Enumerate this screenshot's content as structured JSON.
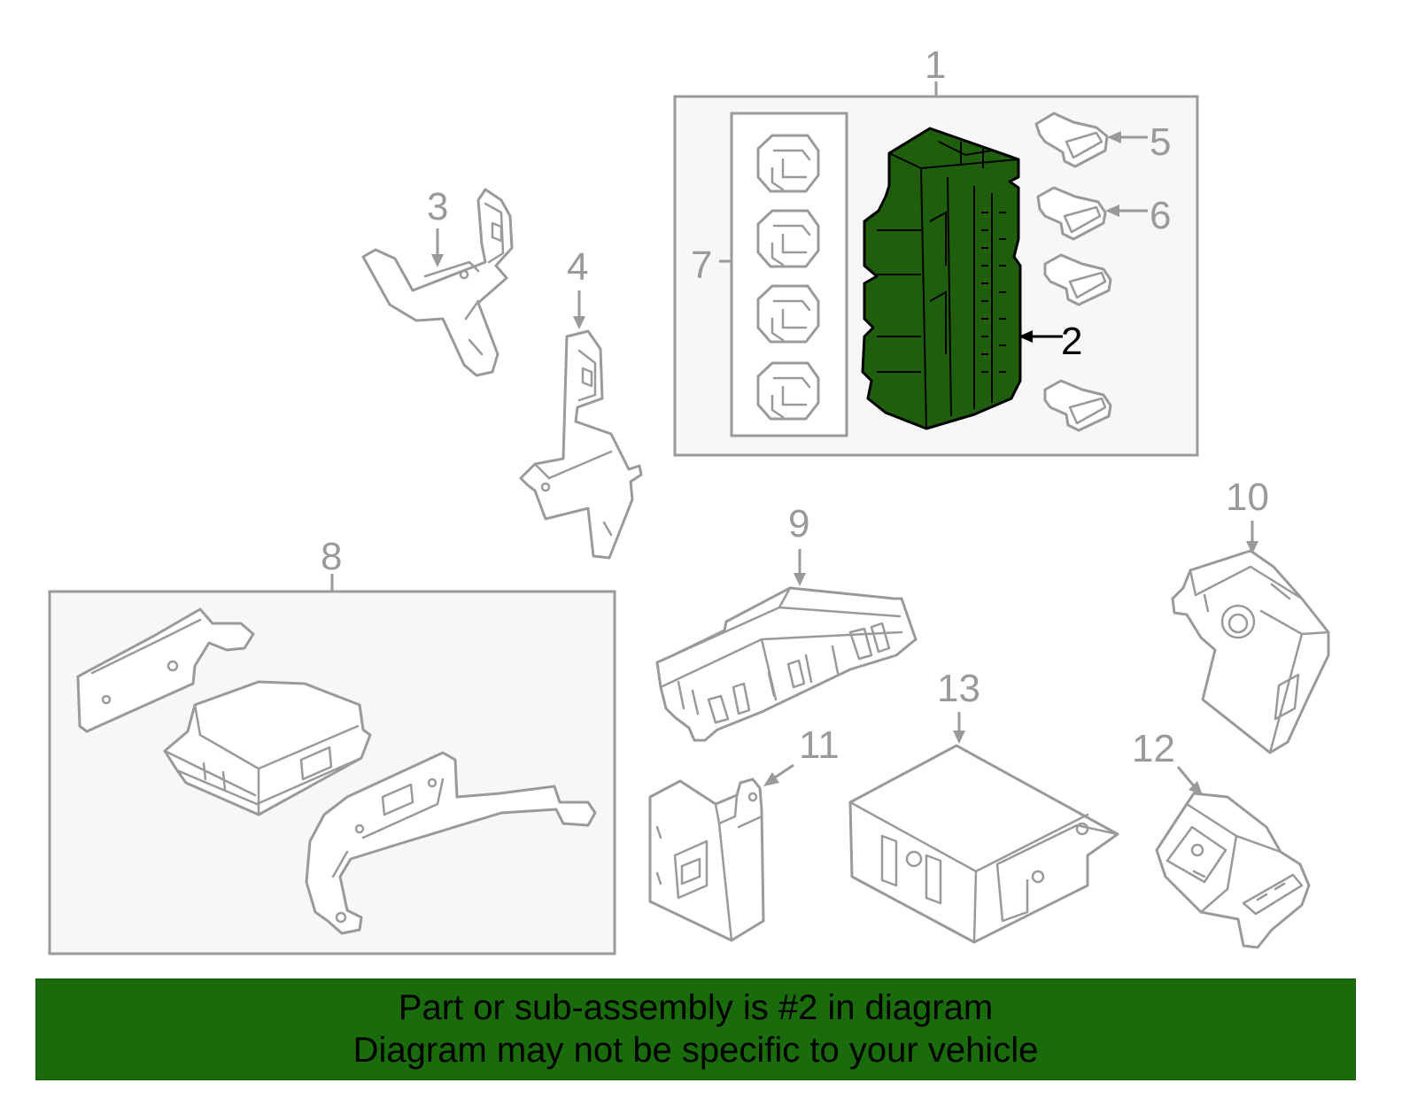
{
  "callouts": {
    "c1": "1",
    "c2": "2",
    "c3": "3",
    "c4": "4",
    "c5": "5",
    "c6": "6",
    "c7": "7",
    "c8": "8",
    "c9": "9",
    "c10": "10",
    "c11": "11",
    "c12": "12",
    "c13": "13"
  },
  "banner": {
    "line1": "Part or sub-assembly is #2 in diagram",
    "line2": "Diagram may not be specific to your vehicle"
  },
  "colors": {
    "highlight_part": "#1f5e0d",
    "banner_background": "#1a6b0b",
    "line_art": "#9a9a9a"
  }
}
